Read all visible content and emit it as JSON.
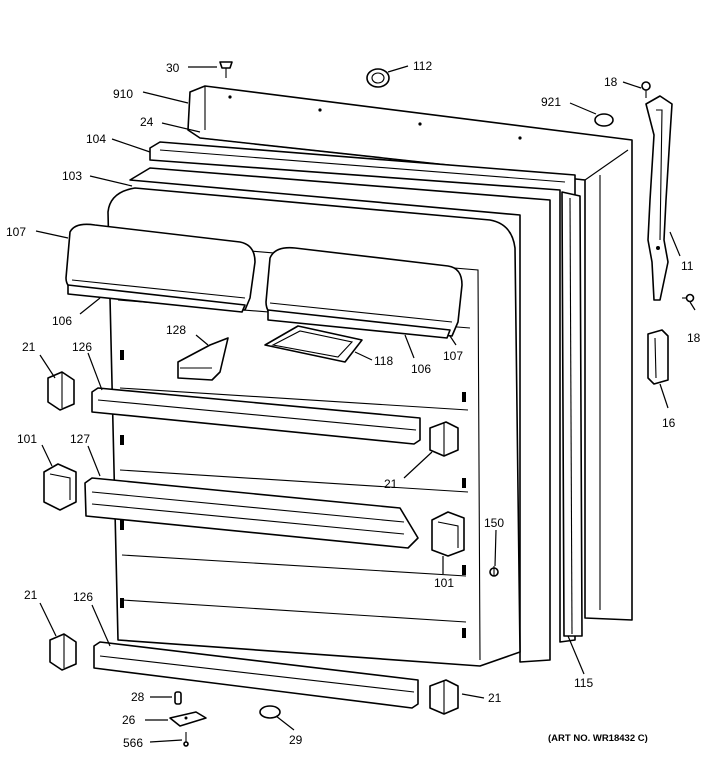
{
  "diagram": {
    "art_number": "(ART NO. WR18432 C)",
    "callouts": [
      {
        "id": "c30",
        "label": "30"
      },
      {
        "id": "c112",
        "label": "112"
      },
      {
        "id": "c18a",
        "label": "18"
      },
      {
        "id": "c910",
        "label": "910"
      },
      {
        "id": "c921",
        "label": "921"
      },
      {
        "id": "c24",
        "label": "24"
      },
      {
        "id": "c104",
        "label": "104"
      },
      {
        "id": "c103",
        "label": "103"
      },
      {
        "id": "c107a",
        "label": "107"
      },
      {
        "id": "c11",
        "label": "11"
      },
      {
        "id": "c18b",
        "label": "18"
      },
      {
        "id": "c106a",
        "label": "106"
      },
      {
        "id": "c128",
        "label": "128"
      },
      {
        "id": "c118",
        "label": "118"
      },
      {
        "id": "c106b",
        "label": "106"
      },
      {
        "id": "c107b",
        "label": "107"
      },
      {
        "id": "c21a",
        "label": "21"
      },
      {
        "id": "c126a",
        "label": "126"
      },
      {
        "id": "c16",
        "label": "16"
      },
      {
        "id": "c101a",
        "label": "101"
      },
      {
        "id": "c127",
        "label": "127"
      },
      {
        "id": "c21b",
        "label": "21"
      },
      {
        "id": "c150",
        "label": "150"
      },
      {
        "id": "c101b",
        "label": "101"
      },
      {
        "id": "c21c",
        "label": "21"
      },
      {
        "id": "c126b",
        "label": "126"
      },
      {
        "id": "c115",
        "label": "115"
      },
      {
        "id": "c21d",
        "label": "21"
      },
      {
        "id": "c28",
        "label": "28"
      },
      {
        "id": "c26",
        "label": "26"
      },
      {
        "id": "c29",
        "label": "29"
      },
      {
        "id": "c566",
        "label": "566"
      }
    ]
  }
}
